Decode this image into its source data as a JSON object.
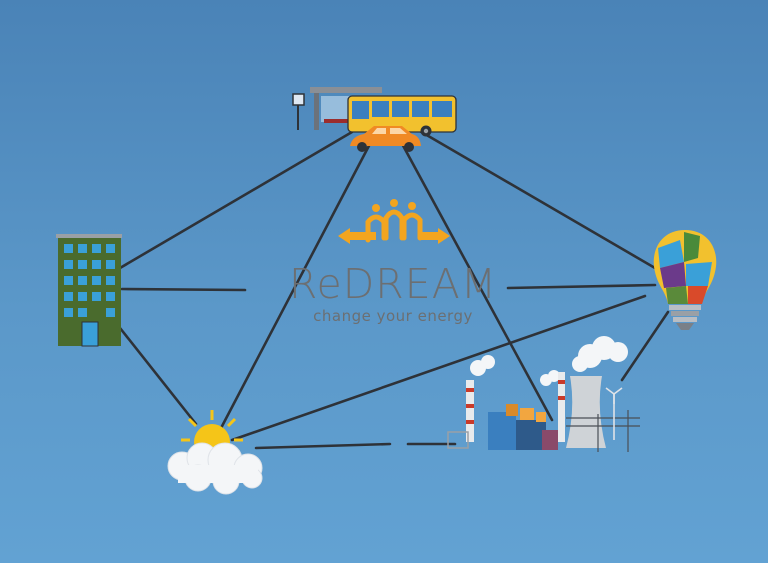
{
  "logo": {
    "title": "ReDREAM",
    "tagline": "change your energy"
  },
  "colors": {
    "background": "#5290c4",
    "connector": "#2e3238",
    "building": "#4a6b2d",
    "bus": "#f2c12e",
    "car": "#f08a24",
    "sun": "#f5c518",
    "logo_accent": "#f3a51f",
    "text": "#6c6f72"
  },
  "nodes": [
    {
      "name": "transport-hub",
      "icon": "bus-stop-bus-car-icon"
    },
    {
      "name": "office-building",
      "icon": "building-icon"
    },
    {
      "name": "smart-lightbulb",
      "icon": "puzzle-lightbulb-icon"
    },
    {
      "name": "solar-sun",
      "icon": "sun-cloud-icon"
    },
    {
      "name": "power-plant",
      "icon": "factory-icon"
    }
  ]
}
